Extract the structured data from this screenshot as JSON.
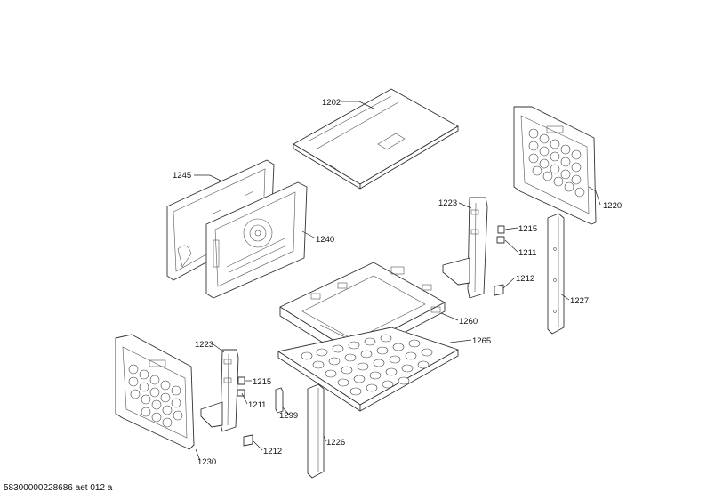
{
  "labels": {
    "l1202": "1202",
    "l1245": "1245",
    "l1240": "1240",
    "l1220": "1220",
    "l1223a": "1223",
    "l1215a": "1215",
    "l1211a": "1211",
    "l1212a": "1212",
    "l1227": "1227",
    "l1260": "1260",
    "l1265": "1265",
    "l1223b": "1223",
    "l1215b": "1215",
    "l1211b": "1211",
    "l1299": "1299",
    "l1226": "1226",
    "l1212b": "1212",
    "l1230": "1230"
  },
  "footer": {
    "caption": "58300000228686 aet 012 a"
  }
}
